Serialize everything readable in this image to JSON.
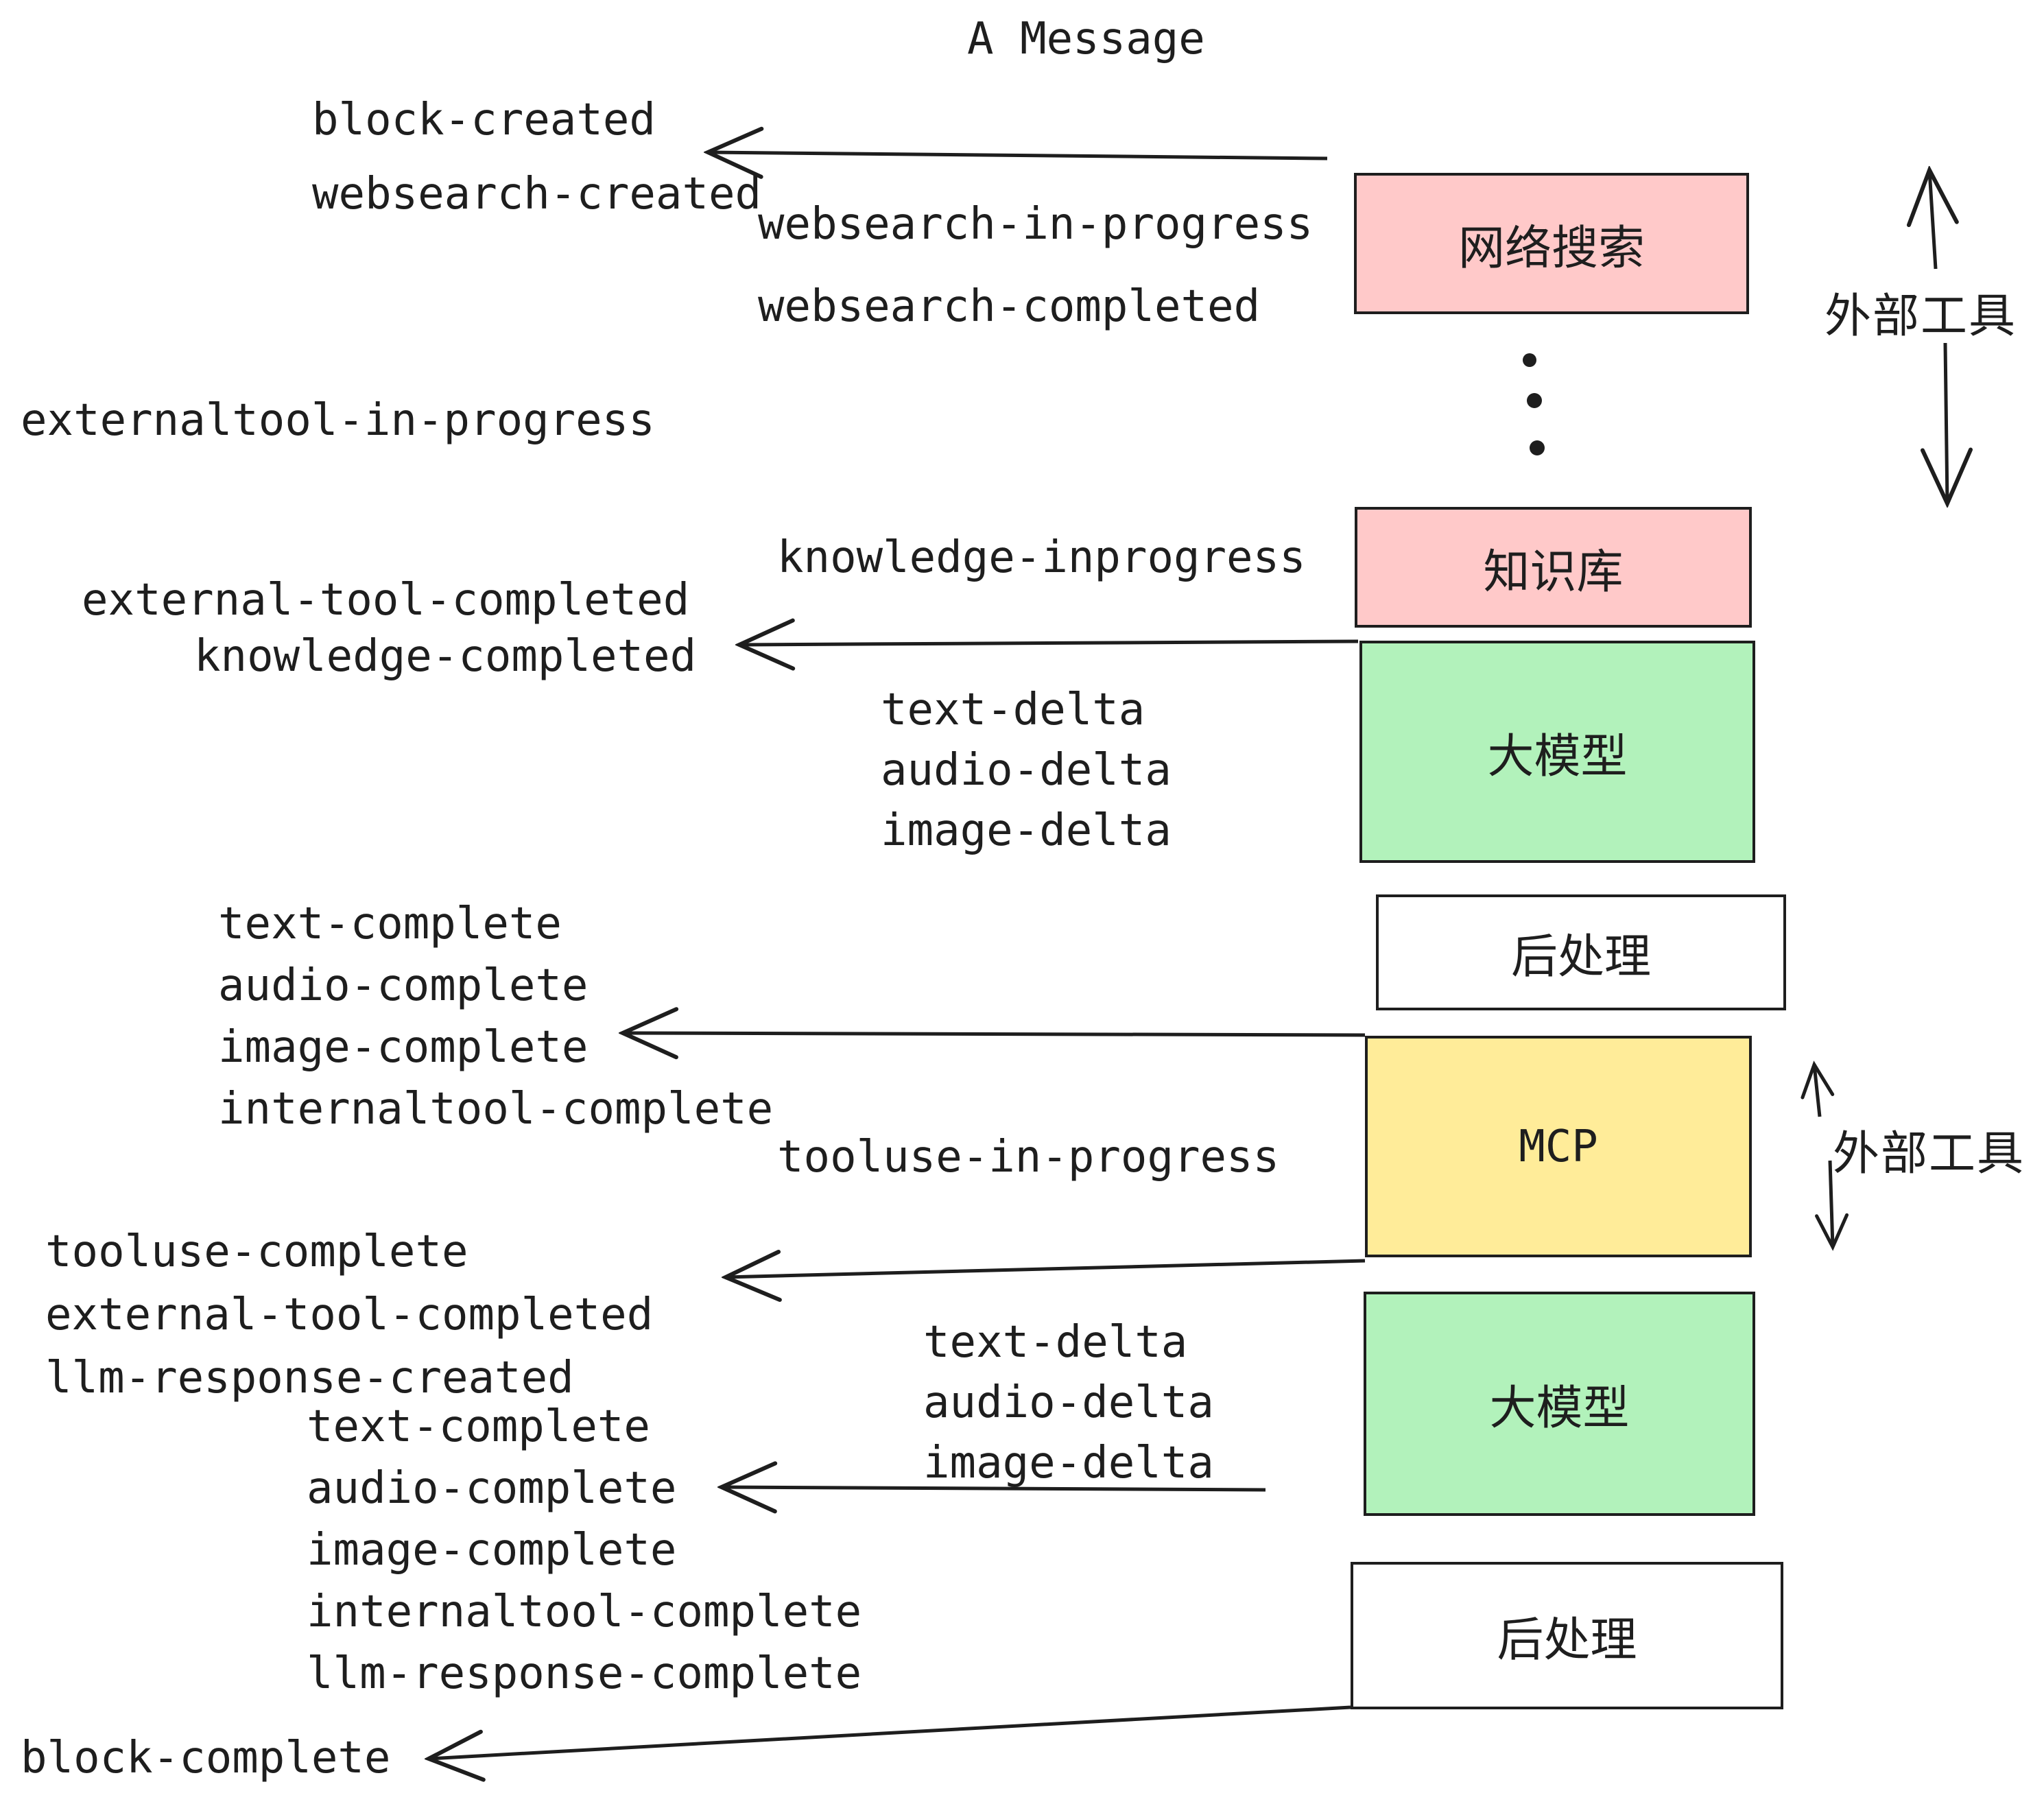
{
  "title": "A Message",
  "colors": {
    "ink": "#1E1E1E",
    "pink": "#FFC9C9",
    "green": "#B2F2BB",
    "yellow": "#FFEC99",
    "white": "#FFFFFF"
  },
  "boxes": {
    "websearch": "网络搜索",
    "knowledge": "知识库",
    "llm1": "大模型",
    "post1": "后处理",
    "mcp": "MCP",
    "llm2": "大模型",
    "post2": "后处理"
  },
  "annotations": {
    "external_tools_top": "外部工具",
    "external_tools_bottom": "外部工具"
  },
  "events": {
    "block_created": "block-created",
    "websearch_created": "websearch-created",
    "websearch_in_progress": "websearch-in-progress",
    "websearch_completed": "websearch-completed",
    "externaltool_in_progress": "externaltool-in-progress",
    "knowledge_inprogress": "knowledge-inprogress",
    "external_tool_completed": "external-tool-completed",
    "knowledge_completed": "knowledge-completed",
    "text_delta": "text-delta",
    "audio_delta": "audio-delta",
    "image_delta": "image-delta",
    "text_complete": "text-complete",
    "audio_complete": "audio-complete",
    "image_complete": "image-complete",
    "internaltool_complete": "internaltool-complete",
    "tooluse_in_progress": "tooluse-in-progress",
    "tooluse_complete": "tooluse-complete",
    "llm_response_created": "llm-response-created",
    "llm_response_complete": "llm-response-complete",
    "block_complete": "block-complete"
  }
}
